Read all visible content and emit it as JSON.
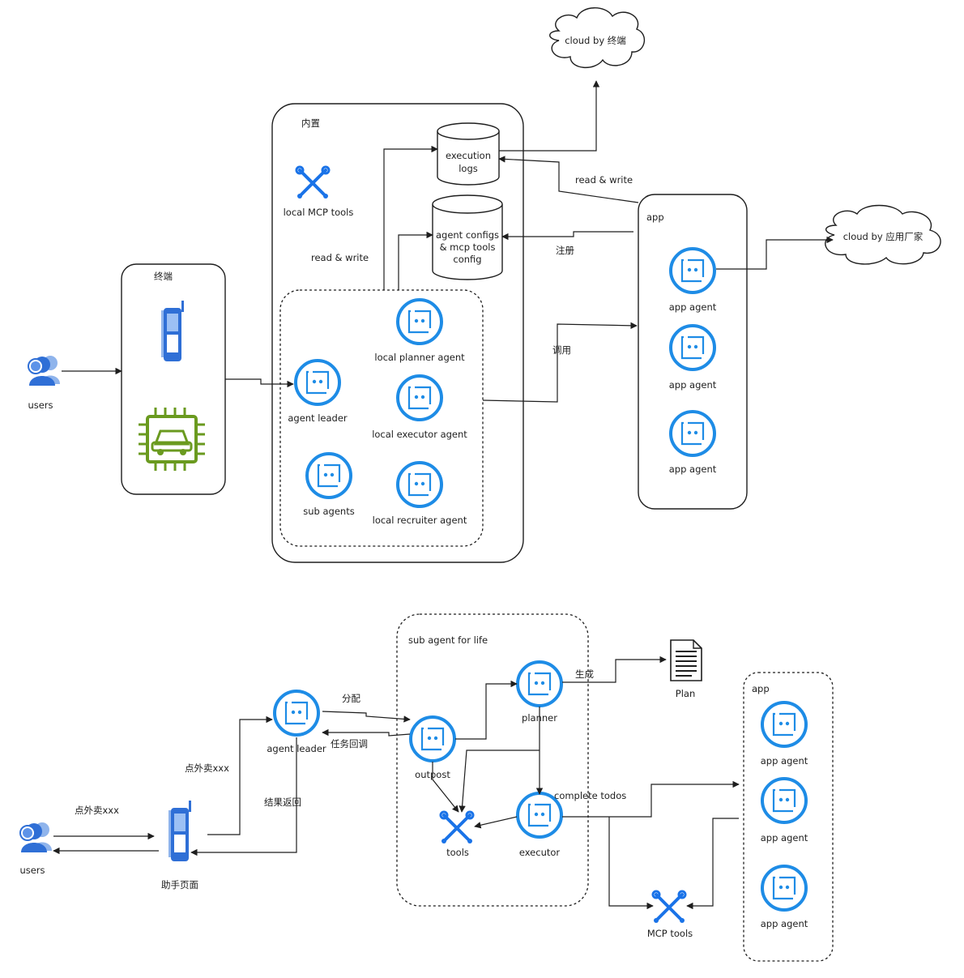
{
  "top": {
    "cloud_terminal": "cloud by 终端",
    "cloud_vendor": "cloud by 应用厂家",
    "builtin_title": "内置",
    "terminal_title": "终端",
    "app_title": "app",
    "local_mcp_tools": "local MCP tools",
    "db_logs": [
      "execution",
      "logs"
    ],
    "db_configs": [
      "agent configs",
      "& mcp tools",
      "config"
    ],
    "read_write_left": "read & write",
    "read_write_right": "read & write",
    "register": "注册",
    "invoke": "调用",
    "users": "users",
    "agents": {
      "leader": "agent leader",
      "planner": "local planner agent",
      "executor": "local executor agent",
      "sub": "sub agents",
      "recruiter": "local recruiter agent"
    },
    "app_agents": [
      "app agent",
      "app agent",
      "app agent"
    ]
  },
  "bottom": {
    "sub_agent_title": "sub agent for life",
    "app_title": "app",
    "users": "users",
    "assistant_page": "助手页面",
    "order_user": "点外卖xxx",
    "order_leader": "点外卖xxx",
    "result_return": "结果返回",
    "assign": "分配",
    "task_callback": "任务回调",
    "generate": "生成",
    "complete_todos": "complete todos",
    "plan": "Plan",
    "tools": "tools",
    "mcp_tools": "MCP tools",
    "agents": {
      "leader": "agent leader",
      "outpost": "outpost",
      "planner": "planner",
      "executor": "executor"
    },
    "app_agents": [
      "app agent",
      "app agent",
      "app agent"
    ]
  },
  "colors": {
    "agent_blue": "#1e8ce6",
    "tool_blue": "#1a73e8",
    "user_blue": "#2f6fd6",
    "chip_green": "#6a9a1f",
    "stroke": "#1e1e1e"
  }
}
